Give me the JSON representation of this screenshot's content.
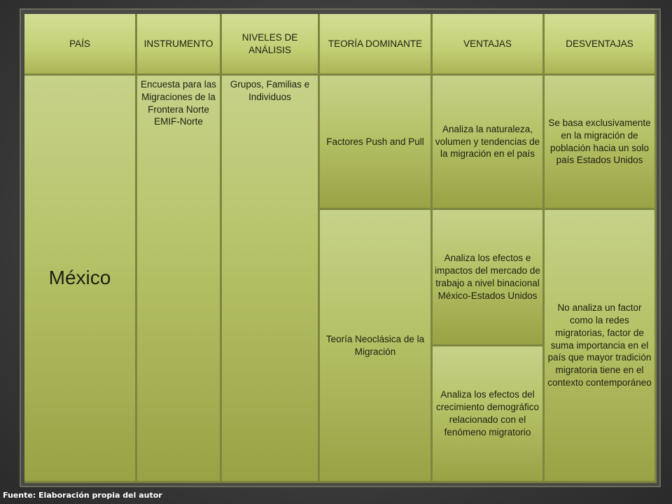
{
  "headers": [
    "PAÍS",
    "INSTRUMENTO",
    "NIVELES DE ANÁLISIS",
    "TEORÍA DOMINANTE",
    "VENTAJAS",
    "DESVENTAJAS"
  ],
  "row": {
    "pais": "México",
    "instrumento": "Encuesta para las Migraciones de la Frontera Norte EMIF-Norte",
    "niveles": "Grupos, Familias e Individuos",
    "teorias": [
      "Factores Push and Pull",
      "Teoría Neoclásica de la Migración"
    ],
    "ventajas": [
      "Analiza la naturaleza, volumen y tendencias de la migración en el país",
      "Analiza los efectos e impactos del mercado de trabajo a nivel binacional México-Estados Unidos",
      "Analiza los efectos del crecimiento demográfico relacionado con el fenómeno migratorio"
    ],
    "desventajas": [
      "Se basa exclusivamente en la migración de población hacia un solo país Estados Unidos",
      "No analiza un factor como la redes migratorias, factor de suma importancia en el país que mayor tradición migratoria tiene en el contexto contemporáneo"
    ]
  },
  "footer": "Fuente: Elaboración propia del autor",
  "colors": {
    "cell": "#b6c267",
    "header": "#c3cf74",
    "background": "#3b3b3b"
  }
}
